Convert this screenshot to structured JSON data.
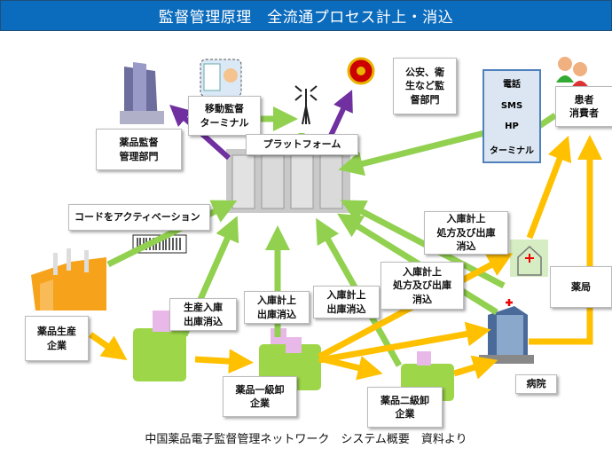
{
  "title": "監督管理原理　全流通プロセス計上・消込",
  "nodes": {
    "regulator": "薬品監督\n管理部門",
    "mobile_terminal": "移動監督\nターミナル",
    "platform": "プラットフォーム",
    "public_security": "公安、衛\n生など監\n督部門",
    "patient": "患者\n消費者",
    "code_activation": "コードをアクティベーション",
    "manufacturer": "薬品生産\n企業",
    "pharmacy": "薬局",
    "wholesaler1": "薬品一級卸\n企業",
    "wholesaler2": "薬品二級卸\n企業",
    "hospital": "病院"
  },
  "channels": [
    "電話",
    "SMS",
    "HP",
    "ターミナル"
  ],
  "flow_labels": {
    "production": "生産入庫\n出庫消込",
    "wholesaler1": "入庫計上\n出庫消込",
    "wholesaler2": "入庫計上\n出庫消込",
    "pharmacy": "入庫計上\n処方及び出庫\n消込",
    "hospital": "入庫計上\n処方及び出庫\n消込"
  },
  "caption": "中国薬品電子監督管理ネットワーク　システム概要　資料より",
  "colors": {
    "title_bar": "#0b6bbd",
    "data_flow": "#92d050",
    "supervision": "#7030a0",
    "goods_flow": "#ffc000"
  }
}
